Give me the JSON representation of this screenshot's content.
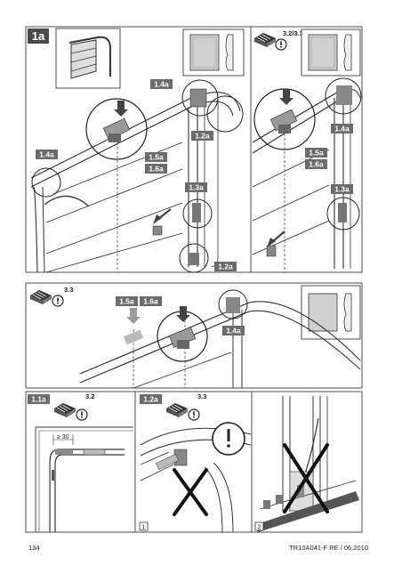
{
  "page": {
    "number": "134",
    "doc_ref": "TR10A041-F  RE / 06.2010"
  },
  "section_1a": {
    "badge": "1a",
    "labels_left": {
      "l1": "1.4a",
      "l2": "1.4a",
      "l3": "1.2a",
      "l4": "1.5a",
      "l5": "1.6a",
      "l6": "1.3a",
      "l7": "1.2a"
    },
    "labels_right": {
      "ref": "3.2/3.3",
      "l1": "1.4a",
      "l2": "1.5a",
      "l3": "1.6a",
      "l4": "1.3a"
    }
  },
  "section_mid": {
    "ref": "3.3",
    "l1": "1.5a",
    "l2": "1.6a",
    "l3": "1.4a"
  },
  "section_bottom": {
    "p1": {
      "label": "1.1a",
      "ref": "3.2",
      "dim": "≥ 30"
    },
    "p2": {
      "label": "1.2a",
      "ref": "3.3",
      "fig1": "1",
      "fig2": "2"
    }
  },
  "colors": {
    "label_bg": "#6b6b6b",
    "badge_bg": "#4a4a4a",
    "frame": "#222222",
    "arrow": "#444444",
    "ghost_arrow": "#9a9a9a"
  },
  "icons": [
    "roller-door-icon",
    "panel-profile-icon",
    "warning-icon",
    "grid-panel-icon",
    "down-arrow-icon",
    "cross-icon"
  ]
}
